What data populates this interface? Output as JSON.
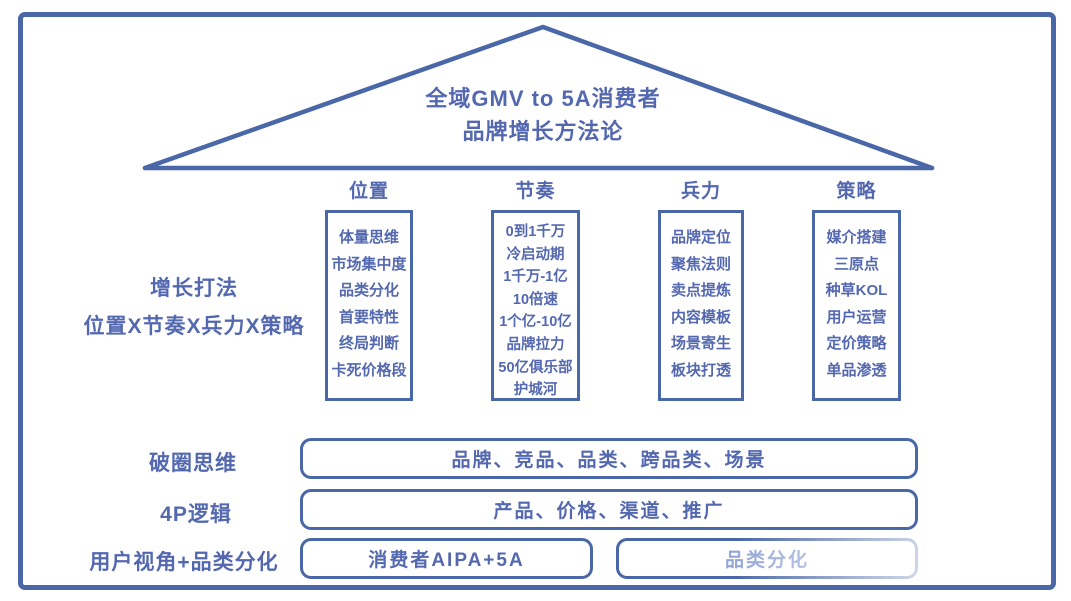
{
  "colors": {
    "accent": "#4a67a8",
    "text": "#5468b0",
    "faded_text": "#94a6d6"
  },
  "roof": {
    "title_line1": "全域GMV to 5A消费者",
    "title_line2": "品牌增长方法论"
  },
  "growth": {
    "label_line1": "增长打法",
    "label_line2": "位置X节奏X兵力X策略",
    "columns": [
      {
        "header": "位置",
        "items": [
          "体量思维",
          "市场集中度",
          "品类分化",
          "首要特性",
          "终局判断",
          "卡死价格段"
        ]
      },
      {
        "header": "节奏",
        "items": [
          "0到1千万",
          "冷启动期",
          "1千万-1亿",
          "10倍速",
          "1个亿-10亿",
          "品牌拉力",
          "50亿俱乐部",
          "护城河"
        ]
      },
      {
        "header": "兵力",
        "items": [
          "品牌定位",
          "聚焦法则",
          "卖点提炼",
          "内容模板",
          "场景寄生",
          "板块打透"
        ]
      },
      {
        "header": "策略",
        "items": [
          "媒介搭建",
          "三原点",
          "种草KOL",
          "用户运营",
          "定价策略",
          "单品渗透"
        ]
      }
    ]
  },
  "layers": [
    {
      "label": "破圈思维",
      "bar1": "品牌、竞品、品类、跨品类、场景"
    },
    {
      "label": "4P逻辑",
      "bar1": "产品、价格、渠道、推广"
    },
    {
      "label": "用户视角+品类分化",
      "bar1": "消费者AIPA+5A",
      "bar2": "品类分化"
    }
  ]
}
